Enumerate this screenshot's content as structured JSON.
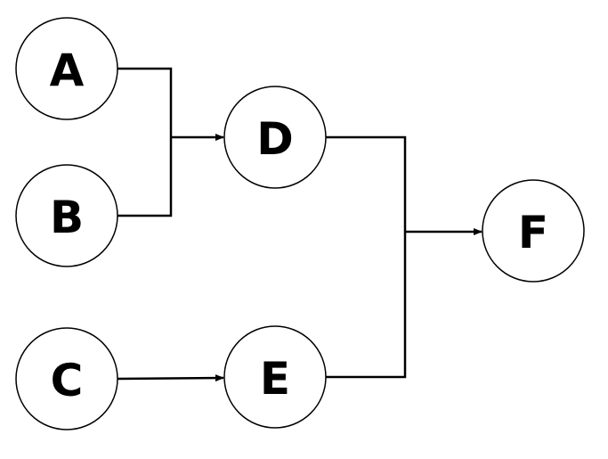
{
  "nodes": [
    {
      "id": "A",
      "label": "A"
    },
    {
      "id": "B",
      "label": "B"
    },
    {
      "id": "C",
      "label": "C"
    },
    {
      "id": "D",
      "label": "D"
    },
    {
      "id": "E",
      "label": "E"
    },
    {
      "id": "F",
      "label": "F"
    }
  ],
  "edges": [
    {
      "from": [
        "A",
        "B"
      ],
      "to": "D"
    },
    {
      "from": [
        "C"
      ],
      "to": "E"
    },
    {
      "from": [
        "D",
        "E"
      ],
      "to": "F"
    }
  ],
  "colors": {
    "stroke": "#000000",
    "fill": "#ffffff",
    "text": "#000000"
  }
}
